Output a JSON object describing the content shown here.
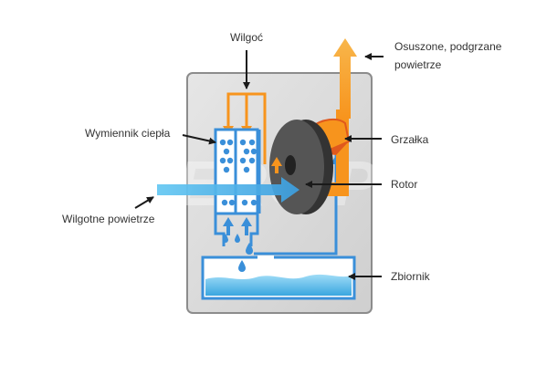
{
  "labels": {
    "moisture": "Wilgoć",
    "dried_air": "Osuszone, podgrzane",
    "dried_air_2": "powietrze",
    "heat_exchanger": "Wymiennik ciepła",
    "heater": "Grzałka",
    "rotor": "Rotor",
    "humid_air": "Wilgotne powietrze",
    "tank": "Zbiornik"
  },
  "watermark": "AERO PL",
  "colors": {
    "orange": "#f7941d",
    "blue": "#3a8fd9",
    "light_blue": "#5bc0f0",
    "casing": "#d9d9d9",
    "rotor": "#4d4d4d",
    "water": "#4ab3e6"
  }
}
